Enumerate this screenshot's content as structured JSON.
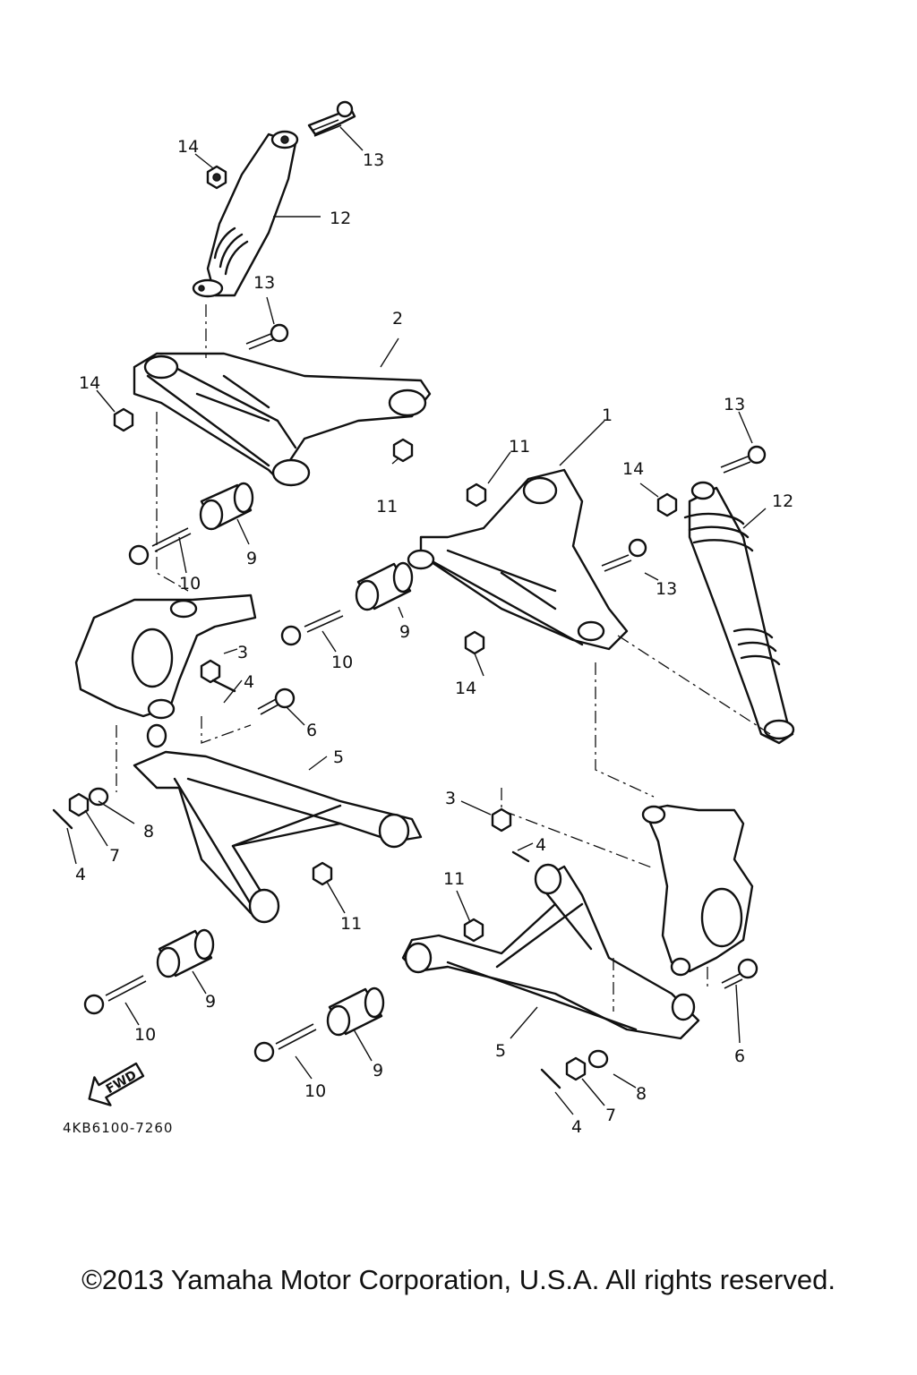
{
  "callouts": {
    "c1": "1",
    "c2": "2",
    "c3a": "3",
    "c3b": "3",
    "c4a": "4",
    "c4b": "4",
    "c4c": "4",
    "c4d": "4",
    "c5a": "5",
    "c5b": "5",
    "c6a": "6",
    "c6b": "6",
    "c7a": "7",
    "c7b": "7",
    "c8a": "8",
    "c8b": "8",
    "c9a": "9",
    "c9b": "9",
    "c9c": "9",
    "c9d": "9",
    "c10a": "10",
    "c10b": "10",
    "c10c": "10",
    "c10d": "10",
    "c11a": "11",
    "c11b": "11",
    "c11c": "11",
    "c11d": "11",
    "c12a": "12",
    "c12b": "12",
    "c13a": "13",
    "c13b": "13",
    "c13c": "13",
    "c13d": "13",
    "c14a": "14",
    "c14b": "14",
    "c14c": "14",
    "c14d": "14"
  },
  "fwd_label": "FWD",
  "diagram_code": "4KB6100-7260",
  "copyright": "©2013 Yamaha Motor Corporation, U.S.A. All rights reserved."
}
